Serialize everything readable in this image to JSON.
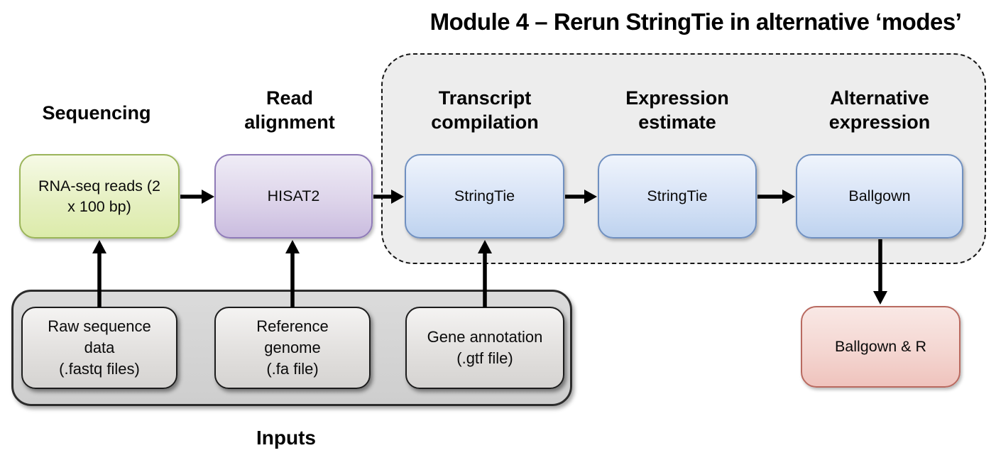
{
  "title": "Module 4 – Rerun StringTie in alternative ‘modes’",
  "stage_headers": [
    "Sequencing",
    "Read\nalignment",
    "Transcript\ncompilation",
    "Expression\nestimate",
    "Alternative\nexpression"
  ],
  "pipeline_nodes": [
    {
      "id": "rna-seq-reads",
      "label": "RNA-seq reads (2\nx 100 bp)",
      "fill": "green"
    },
    {
      "id": "hisat2",
      "label": "HISAT2",
      "fill": "purple"
    },
    {
      "id": "stringtie-compilation",
      "label": "StringTie",
      "fill": "blue"
    },
    {
      "id": "stringtie-estimate",
      "label": "StringTie",
      "fill": "blue"
    },
    {
      "id": "ballgown",
      "label": "Ballgown",
      "fill": "blue"
    }
  ],
  "input_nodes": [
    {
      "id": "raw-sequence-data",
      "label": "Raw sequence\ndata\n(.fastq files)",
      "fill": "gray"
    },
    {
      "id": "reference-genome",
      "label": "Reference\ngenome\n(.fa file)",
      "fill": "gray"
    },
    {
      "id": "gene-annotation",
      "label": "Gene annotation\n(.gtf file)",
      "fill": "gray"
    }
  ],
  "output_node": {
    "id": "ballgown-r",
    "label": "Ballgown & R",
    "fill": "pink"
  },
  "inputs_label": "Inputs",
  "module_group": {
    "title": "Module 4 – Rerun StringTie in alternative ‘modes’",
    "contains": [
      "StringTie",
      "StringTie",
      "Ballgown"
    ]
  },
  "edges": [
    {
      "from": "RNA-seq reads (2 x 100 bp)",
      "to": "HISAT2"
    },
    {
      "from": "HISAT2",
      "to": "StringTie (transcript compilation)"
    },
    {
      "from": "StringTie (transcript compilation)",
      "to": "StringTie (expression estimate)"
    },
    {
      "from": "StringTie (expression estimate)",
      "to": "Ballgown"
    },
    {
      "from": "Raw sequence data (.fastq files)",
      "to": "RNA-seq reads (2 x 100 bp)"
    },
    {
      "from": "Reference genome (.fa file)",
      "to": "HISAT2"
    },
    {
      "from": "Gene annotation (.gtf file)",
      "to": "StringTie (transcript compilation)"
    },
    {
      "from": "Ballgown",
      "to": "Ballgown & R"
    }
  ],
  "colors": {
    "sequencing_node_border": "#9bb55a",
    "sequencing_node_fill_top": "#f6fae6",
    "sequencing_node_fill_bottom": "#dcebaa",
    "alignment_node_border": "#8f7bb8",
    "alignment_node_fill_top": "#efecf6",
    "alignment_node_fill_bottom": "#cabcdf",
    "module_node_border": "#7090c0",
    "module_node_fill_top": "#eff4fc",
    "module_node_fill_bottom": "#bed3ef",
    "output_node_border": "#b96a60",
    "output_node_fill_top": "#f9e8e5",
    "output_node_fill_bottom": "#efc3bd",
    "input_node_border": "#1c1c1c",
    "input_node_fill_top": "#f4f3f2",
    "input_node_fill_bottom": "#d5d3d1",
    "module_group_fill": "#ededed",
    "inputs_group_fill": "#d4d4d4",
    "arrow_color": "#000000",
    "background": "#ffffff"
  }
}
